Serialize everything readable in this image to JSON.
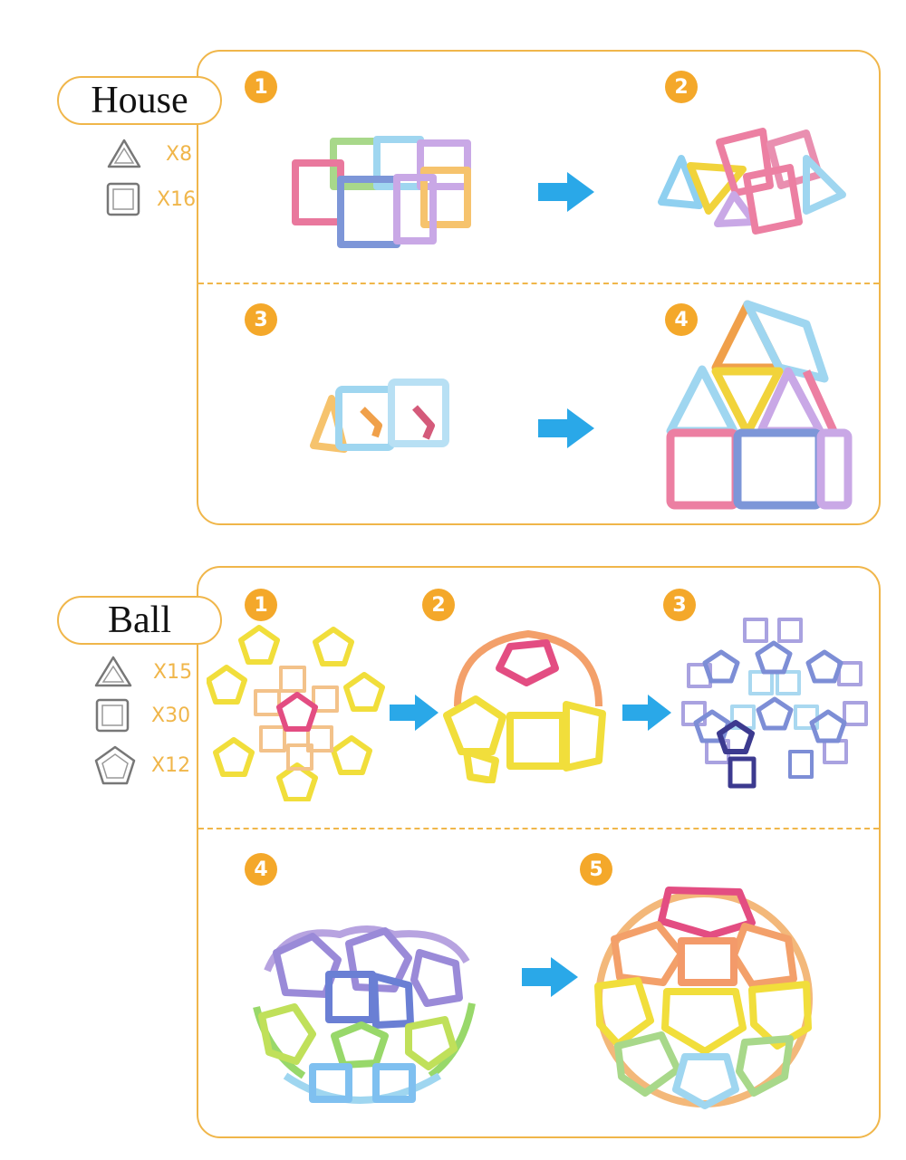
{
  "house": {
    "title": "House",
    "parts": [
      {
        "shape": "triangle-icon",
        "qty": "X8"
      },
      {
        "shape": "square-icon",
        "qty": "X16"
      }
    ],
    "steps": [
      "1",
      "2",
      "3",
      "4"
    ]
  },
  "ball": {
    "title": "Ball",
    "parts": [
      {
        "shape": "triangle-icon",
        "qty": "X15"
      },
      {
        "shape": "square-icon",
        "qty": "X30"
      },
      {
        "shape": "pentagon-icon",
        "qty": "X12"
      }
    ],
    "steps": [
      "1",
      "2",
      "3",
      "4",
      "5"
    ]
  },
  "colors": {
    "accent": "#f0b64a",
    "step_badge": "#f4a82a",
    "arrow": "#2aa8e8"
  }
}
